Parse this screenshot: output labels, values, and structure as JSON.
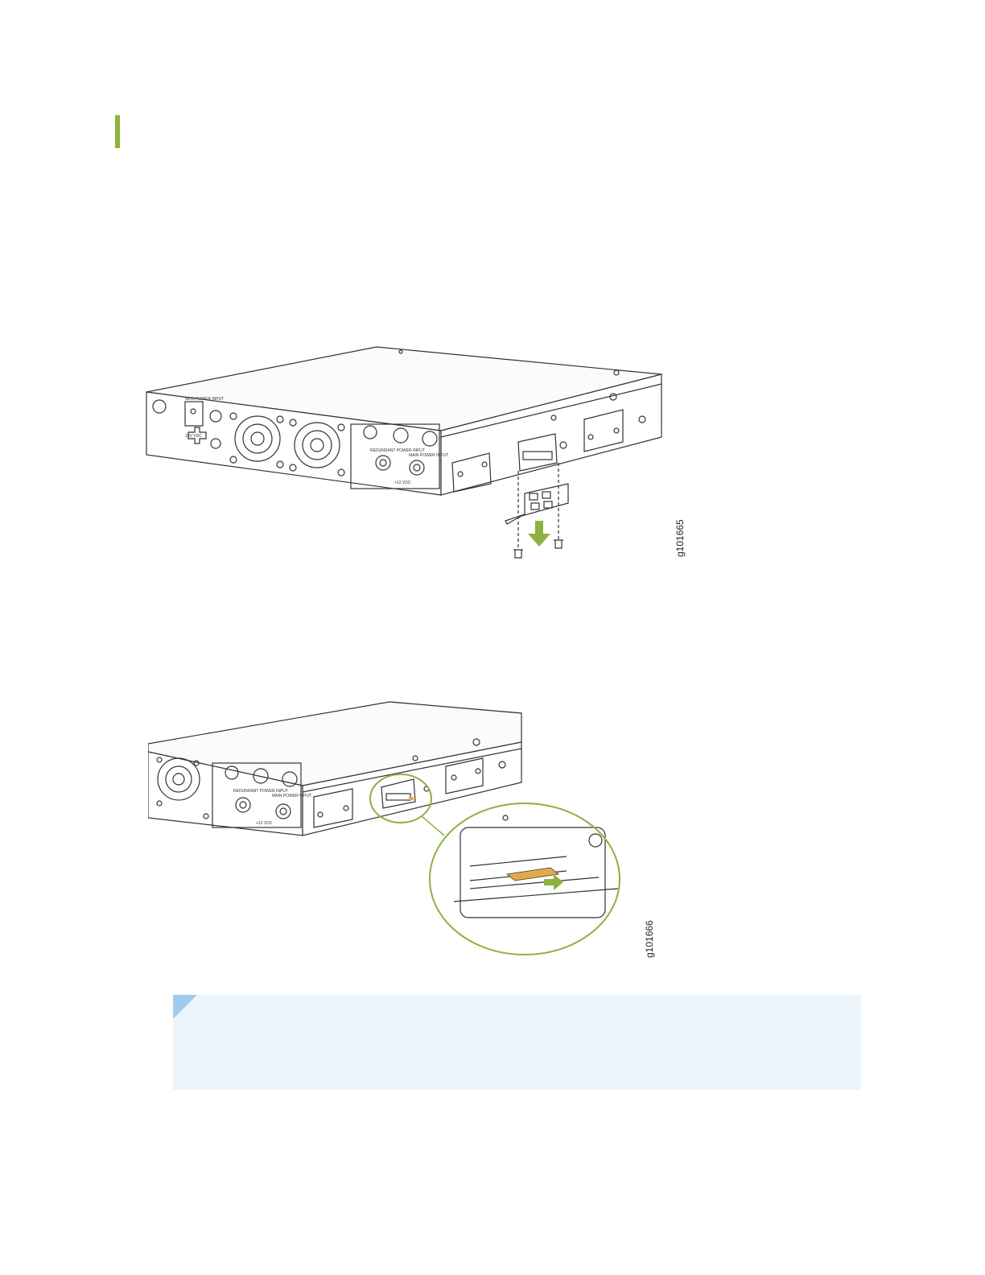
{
  "figure1": {
    "id": "g101665",
    "labels": {
      "dc_power_input": "MDO POWER INPUT",
      "dc_voltage": "12V VDC",
      "redundant_power_input": "REDUNDANT POWER INPUT",
      "main_power_input": "MAIN POWER INPUT",
      "vdc": "+12 VDC"
    }
  },
  "figure2": {
    "id": "g101666",
    "labels": {
      "redundant_power_input": "REDUNDANT POWER INPUT",
      "main_power_input": "MAIN POWER INPUT",
      "vdc": "+12 VDC"
    }
  },
  "colors": {
    "accent": "#8cb33f",
    "callout": "#8cb33f",
    "note_bg": "#edf5fc",
    "note_corner": "#9fccee"
  }
}
